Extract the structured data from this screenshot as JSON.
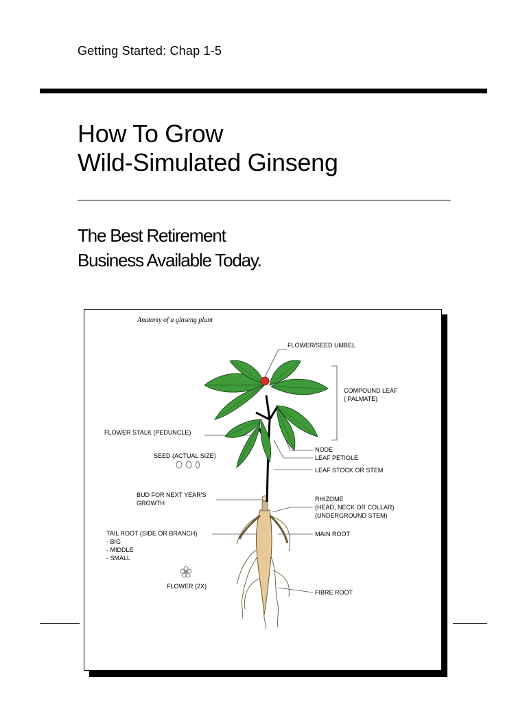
{
  "header": {
    "text": "Getting Started: Chap 1-5"
  },
  "title": {
    "line1": "How To Grow",
    "line2": "Wild-Simulated Ginseng"
  },
  "subtitle": {
    "line1": "The Best Retirement",
    "line2": "Business Available Today."
  },
  "figure": {
    "caption": "Anatomy of a ginseng plant",
    "labels": {
      "flower_seed_umbel": "FLOWER/SEED UMBEL",
      "compound_leaf_1": "COMPOUND LEAF",
      "compound_leaf_2": "( PALMATE)",
      "flower_stalk": "FLOWER STALK (PEDUNCLE)",
      "node": "NODE",
      "leaf_petiole": "LEAF PETIOLE",
      "seed": "SEED (ACTUAL SIZE)",
      "leaf_stock": "LEAF STOCK OR STEM",
      "bud_1": "BUD FOR NEXT YEAR'S",
      "bud_2": "GROWTH",
      "rhizome_1": "RHIZOME",
      "rhizome_2": "(HEAD, NECK OR COLLAR)",
      "rhizome_3": "(UNDERGROUND STEM)",
      "tail_root": "TAIL ROOT (SIDE OR BRANCH)",
      "tail_big": "- BIG",
      "tail_middle": "- MIDDLE",
      "tail_small": "- SMALL",
      "main_root": "MAIN ROOT",
      "flower_zx": "FLOWER (2X)",
      "fibre_root": "FIBRE ROOT"
    },
    "colors": {
      "leaf": "#3f9a3a",
      "leaf_dark": "#1d4f1c",
      "berry": "#d9302a",
      "root": "#e8c99a"
    }
  }
}
